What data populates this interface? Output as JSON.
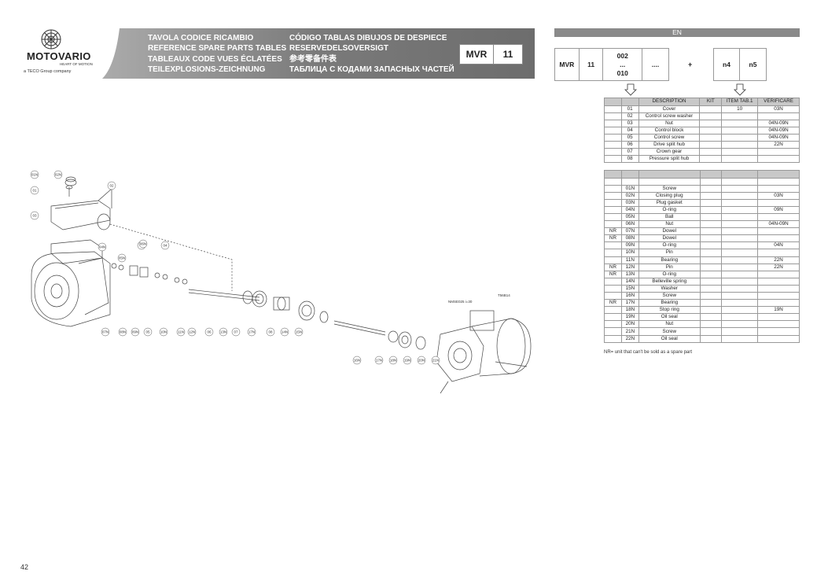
{
  "logo": {
    "brand": "MOTOVARIO",
    "tagline": "HEART OF MOTION",
    "group": "a TECO Group company"
  },
  "header": {
    "col1": [
      "TAVOLA CODICE RICAMBIO",
      "REFERENCE SPARE PARTS TABLES",
      "TABLEAUX CODE VUES ÉCLATÉES",
      "TEILEXPLOSIONS-ZEICHNUNG"
    ],
    "col2": [
      "CÓDIGO TABLAS DIBUJOS DE DESPIECE",
      "RESERVEDELSOVERSIGT",
      "参考零备件表",
      "ТАБЛИЦА С КОДАМИ ЗАПАСНЫХ ЧАСТЕЙ"
    ],
    "series": "MVR",
    "size": "11"
  },
  "lang": "EN",
  "codebar": {
    "c1": "MVR",
    "c2": "11",
    "c3a": "002",
    "c3b": "...",
    "c3c": "010",
    "c4": "....",
    "plus": "+",
    "n4": "n4",
    "n5": "n5"
  },
  "table1": {
    "headers": [
      "",
      "",
      "DESCRIPTION",
      "KIT",
      "ITEM TAB.1",
      "VERIFICARE"
    ],
    "rows": [
      [
        "",
        "01",
        "Cover",
        "",
        "10",
        "03N"
      ],
      [
        "",
        "02",
        "Control screw washer",
        "",
        "",
        ""
      ],
      [
        "",
        "03",
        "Nut",
        "",
        "",
        "04N-09N"
      ],
      [
        "",
        "04",
        "Control block",
        "",
        "",
        "04N-09N"
      ],
      [
        "",
        "05",
        "Control screw",
        "",
        "",
        "04N-09N"
      ],
      [
        "",
        "06",
        "Drive split hub",
        "",
        "",
        "22N"
      ],
      [
        "",
        "07",
        "Crown gear",
        "",
        "",
        ""
      ],
      [
        "",
        "08",
        "Pressure split hub",
        "",
        "",
        ""
      ]
    ]
  },
  "table2": {
    "rows": [
      [
        "",
        "01N",
        "Screw",
        "",
        "",
        ""
      ],
      [
        "",
        "02N",
        "Closing plug",
        "",
        "",
        "03N"
      ],
      [
        "",
        "03N",
        "Plug gasket",
        "",
        "",
        ""
      ],
      [
        "",
        "04N",
        "O-ring",
        "",
        "",
        "09N"
      ],
      [
        "",
        "05N",
        "Ball",
        "",
        "",
        ""
      ],
      [
        "",
        "06N",
        "Nut",
        "",
        "",
        "04N-09N"
      ],
      [
        "NR",
        "07N",
        "Dowel",
        "",
        "",
        ""
      ],
      [
        "NR",
        "08N",
        "Dowel",
        "",
        "",
        ""
      ],
      [
        "",
        "09N",
        "O-ring",
        "",
        "",
        "04N"
      ],
      [
        "",
        "10N",
        "Pin",
        "",
        "",
        ""
      ],
      [
        "",
        "11N",
        "Bearing",
        "",
        "",
        "22N"
      ],
      [
        "NR",
        "12N",
        "Pin",
        "",
        "",
        "22N"
      ],
      [
        "NR",
        "13N",
        "O-ring",
        "",
        "",
        ""
      ],
      [
        "",
        "14N",
        "Belleville spring",
        "",
        "",
        ""
      ],
      [
        "",
        "15N",
        "Washer",
        "",
        "",
        ""
      ],
      [
        "",
        "16N",
        "Screw",
        "",
        "",
        ""
      ],
      [
        "NR",
        "17N",
        "Bearing",
        "",
        "",
        ""
      ],
      [
        "",
        "18N",
        "Stop ring",
        "",
        "",
        "19N"
      ],
      [
        "",
        "19N",
        "Oil seal",
        "",
        "",
        ""
      ],
      [
        "",
        "20N",
        "Nut",
        "",
        "",
        ""
      ],
      [
        "",
        "21N",
        "Screw",
        "",
        "",
        ""
      ],
      [
        "",
        "22N",
        "Oil seal",
        "",
        "",
        ""
      ]
    ]
  },
  "note": "NR= unit that can't be sold as a spare part",
  "page_number": "42",
  "drawing": {
    "labels": [
      "01N",
      "02N",
      "01",
      "02",
      "03",
      "04N",
      "05N",
      "03",
      "06N",
      "04",
      "07N",
      "08N",
      "09N",
      "05",
      "10N",
      "11N",
      "12N",
      "06",
      "13N",
      "07",
      "17N",
      "08",
      "14N",
      "15N",
      "16N",
      "17N",
      "18N",
      "19N",
      "20N",
      "21N"
    ],
    "motor_labels": [
      "NMSE025 i=30",
      "T56B14"
    ]
  }
}
